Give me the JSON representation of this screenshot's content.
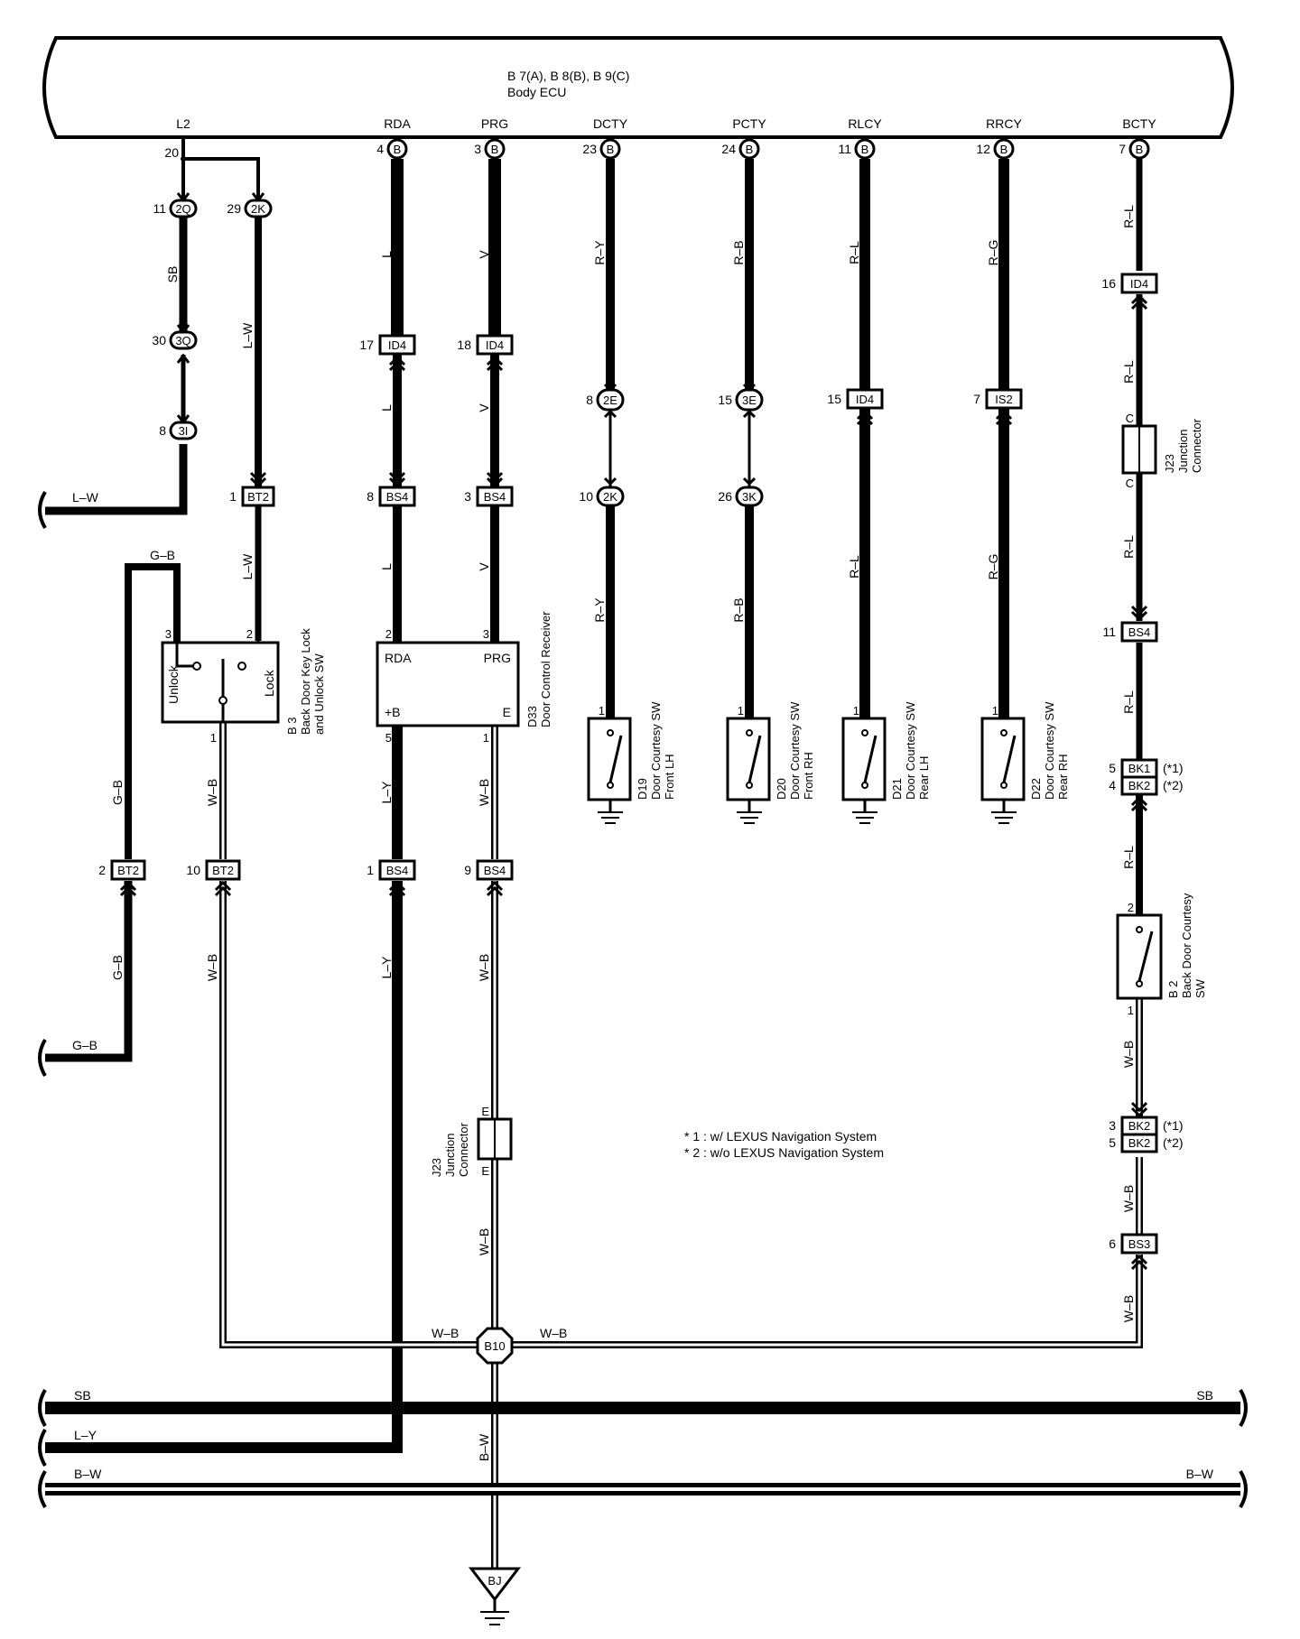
{
  "ecu": {
    "line1": "B 7(A), B 8(B), B 9(C)",
    "line2": "Body ECU"
  },
  "pins": [
    "L2",
    "RDA",
    "PRG",
    "DCTY",
    "PCTY",
    "RLCY",
    "RRCY",
    "BCTY"
  ],
  "pin_numbers": [
    "20",
    "4",
    "3",
    "23",
    "24",
    "11",
    "12",
    "7"
  ],
  "connector_letter": "B",
  "col_l2": {
    "c1": {
      "num": "11",
      "label": "2Q"
    },
    "c2": {
      "num": "29",
      "label": "2K"
    },
    "sb": "SB",
    "lw": "L–W",
    "lw2": "L–W",
    "c3": {
      "num": "30",
      "label": "3Q"
    },
    "c4": {
      "num": "8",
      "label": "3I"
    },
    "left_lw": "L–W",
    "bt2a": {
      "num": "1",
      "label": "BT2"
    }
  },
  "switch_b3": {
    "gb": "G–B",
    "pin3": "3",
    "pin2": "2",
    "pin1": "1",
    "unlock": "Unlock",
    "lock": "Lock",
    "line1": "B 3",
    "line2": "Back Door Key Lock",
    "line3": "and Unlock SW"
  },
  "col_rda": {
    "w1": "L",
    "w2": "L",
    "w3": "L",
    "id4": {
      "num": "17",
      "label": "ID4"
    },
    "bs4": {
      "num": "8",
      "label": "BS4"
    }
  },
  "col_prg": {
    "w1": "V",
    "w2": "V",
    "w3": "V",
    "id4": {
      "num": "18",
      "label": "ID4"
    },
    "bs4": {
      "num": "3",
      "label": "BS4"
    }
  },
  "receiver": {
    "pin2": "2",
    "pin3": "3",
    "pin5": "5",
    "pin1": "1",
    "rda": "RDA",
    "prg": "PRG",
    "b": "+B",
    "e": "E",
    "line1": "D33",
    "line2": "Door Control Receiver"
  },
  "courtesy": [
    {
      "wire": "R–Y",
      "wire2": "R–Y",
      "c1": {
        "num": "8",
        "label": "2E"
      },
      "c2": {
        "num": "10",
        "label": "2K"
      },
      "pin": "1",
      "line1": "D19",
      "line2": "Door Courtesy SW",
      "line3": "Front LH"
    },
    {
      "wire": "R–B",
      "wire2": "R–B",
      "c1": {
        "num": "15",
        "label": "3E"
      },
      "c2": {
        "num": "26",
        "label": "3K"
      },
      "pin": "1",
      "line1": "D20",
      "line2": "Door Courtesy SW",
      "line3": "Front RH"
    },
    {
      "wire": "R–L",
      "wire2": "R–L",
      "c1": {
        "num": "15",
        "label": "ID4"
      },
      "pin": "1",
      "line1": "D21",
      "line2": "Door Courtesy SW",
      "line3": "Rear LH"
    },
    {
      "wire": "R–G",
      "wire2": "R–G",
      "c1": {
        "num": "7",
        "label": "IS2"
      },
      "pin": "1",
      "line1": "D22",
      "line2": "Door Courtesy SW",
      "line3": "Rear RH"
    }
  ],
  "col_bcty": {
    "w1": "R–L",
    "w2": "R–L",
    "w3": "R–L",
    "w4": "R–L",
    "w5": "R–L",
    "id4": {
      "num": "16",
      "label": "ID4"
    },
    "j23_top": "C",
    "j23_bot": "C",
    "j23_line1": "J23",
    "j23_line2": "Junction",
    "j23_line3": "Connector",
    "bs4": {
      "num": "11",
      "label": "BS4"
    },
    "bk1": {
      "num": "5",
      "label": "BK1",
      "note": "(*1)"
    },
    "bk2": {
      "num": "4",
      "label": "BK2",
      "note": "(*2)"
    },
    "sw_pin2": "2",
    "sw_pin1": "1",
    "sw_line1": "B 2",
    "sw_line2": "Back Door Courtesy",
    "sw_line3": "SW",
    "wb1": "W–B",
    "wb2": "W–B",
    "wb3": "W–B",
    "bk2a": {
      "num": "3",
      "label": "BK2",
      "note": "(*1)"
    },
    "bk2b": {
      "num": "5",
      "label": "BK2",
      "note": "(*2)"
    },
    "bs3": {
      "num": "6",
      "label": "BS3"
    }
  },
  "lower": {
    "gb1": "G–B",
    "gb2": "G–B",
    "gb_left": "G–B",
    "bt2b": {
      "num": "2",
      "label": "BT2"
    },
    "bt2c": {
      "num": "10",
      "label": "BT2"
    },
    "wb_a": "W–B",
    "wb_b": "W–B",
    "wb_c": "W–B",
    "wb_d": "W–B",
    "wb_e": "W–B",
    "wb_f": "W–B",
    "wb_g": "W–B",
    "ly1": "L–Y",
    "ly2": "L–Y",
    "bs4a": {
      "num": "1",
      "label": "BS4"
    },
    "bs4b": {
      "num": "9",
      "label": "BS4"
    },
    "j23_top": "E",
    "j23_bot": "E",
    "j23_line1": "J23",
    "j23_line2": "Junction",
    "j23_line3": "Connector",
    "b10": "B10",
    "bj": "BJ"
  },
  "buses": {
    "sb_l": "SB",
    "sb_r": "SB",
    "ly": "L–Y",
    "bw_l": "B–W",
    "bw_r": "B–W"
  },
  "notes": {
    "n1": "* 1 : w/ LEXUS Navigation System",
    "n2": "* 2 : w/o LEXUS Navigation System"
  }
}
